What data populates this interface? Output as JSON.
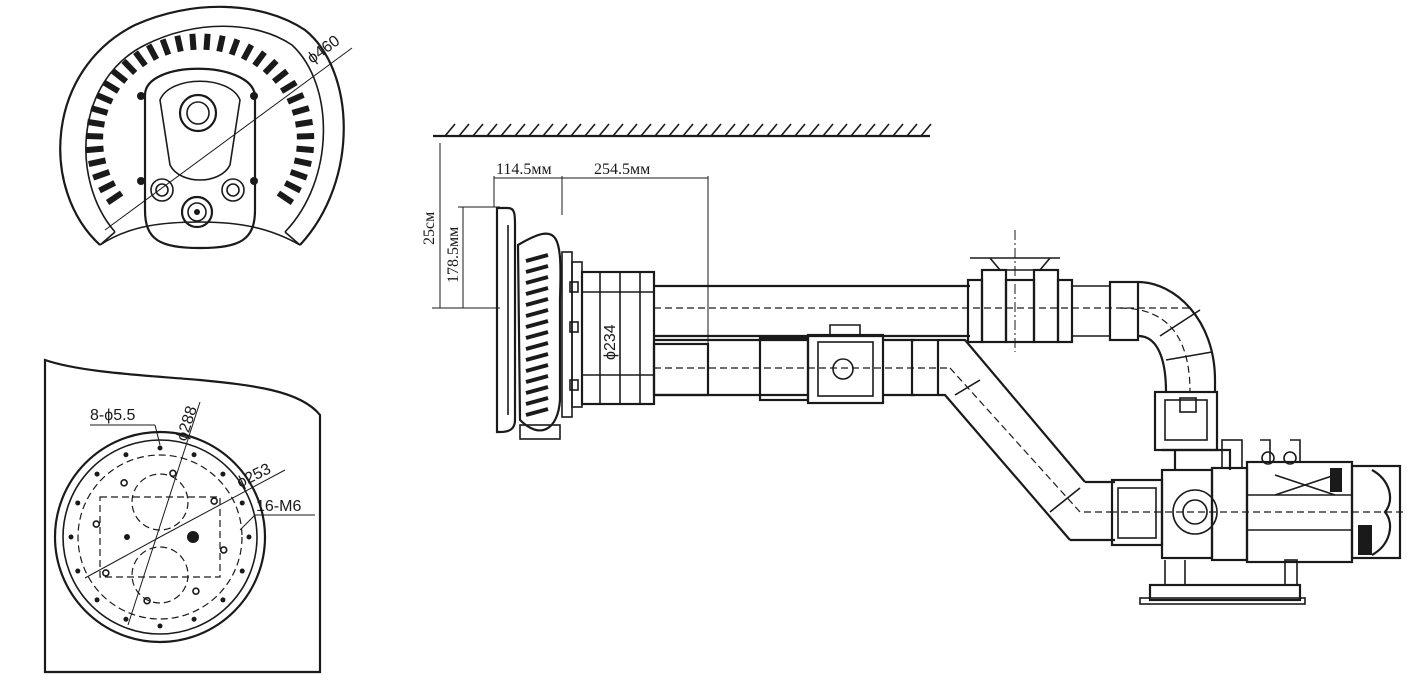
{
  "top_view": {
    "diameter_label": "ϕ460"
  },
  "flange_detail": {
    "holes_label": "8-ϕ5.5",
    "outer_diameter_label": "ϕ288",
    "bolt_circle_label": "ϕ253",
    "bolts_label": "16-M6"
  },
  "side_view": {
    "dim_depth_front": "114.5мм",
    "dim_depth_body": "254.5мм",
    "dim_height_total": "25см",
    "dim_height_inner": "178.5мм",
    "dim_body_diameter": "ϕ234"
  }
}
